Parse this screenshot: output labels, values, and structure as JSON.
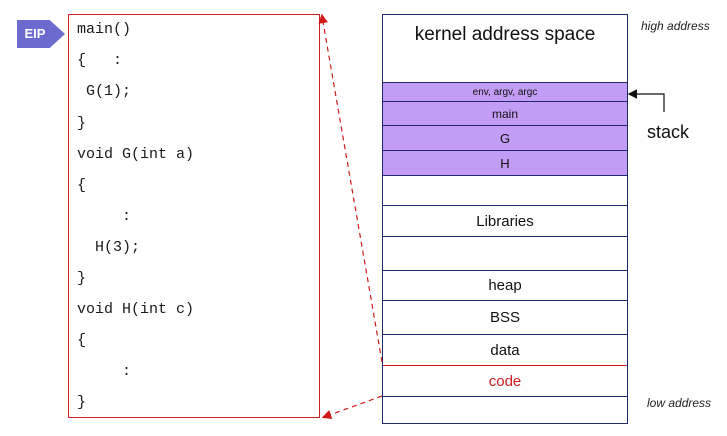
{
  "pointer": {
    "label": "EIP"
  },
  "code_lines": [
    "main()",
    "{   :",
    " G(1);",
    "}",
    "void G(int a)",
    "{",
    "     :",
    "  H(3);",
    "}",
    "void H(int c)",
    "{",
    "     :",
    "}"
  ],
  "memory": {
    "top_region": "kernel address space",
    "stack_frames": [
      "env, argv, argc",
      "main",
      "G",
      "H"
    ],
    "libraries": "Libraries",
    "heap": "heap",
    "bss": "BSS",
    "data": "data",
    "code": "code"
  },
  "annotations": {
    "high": "high address",
    "low": "low address",
    "stack": "stack"
  },
  "colors": {
    "stack_fill": "#c39cf5",
    "code_text": "#d01a1a",
    "eip_fill": "#6b6bcf",
    "border_red": "#cc2222",
    "border_blue": "#1f2a6b"
  }
}
